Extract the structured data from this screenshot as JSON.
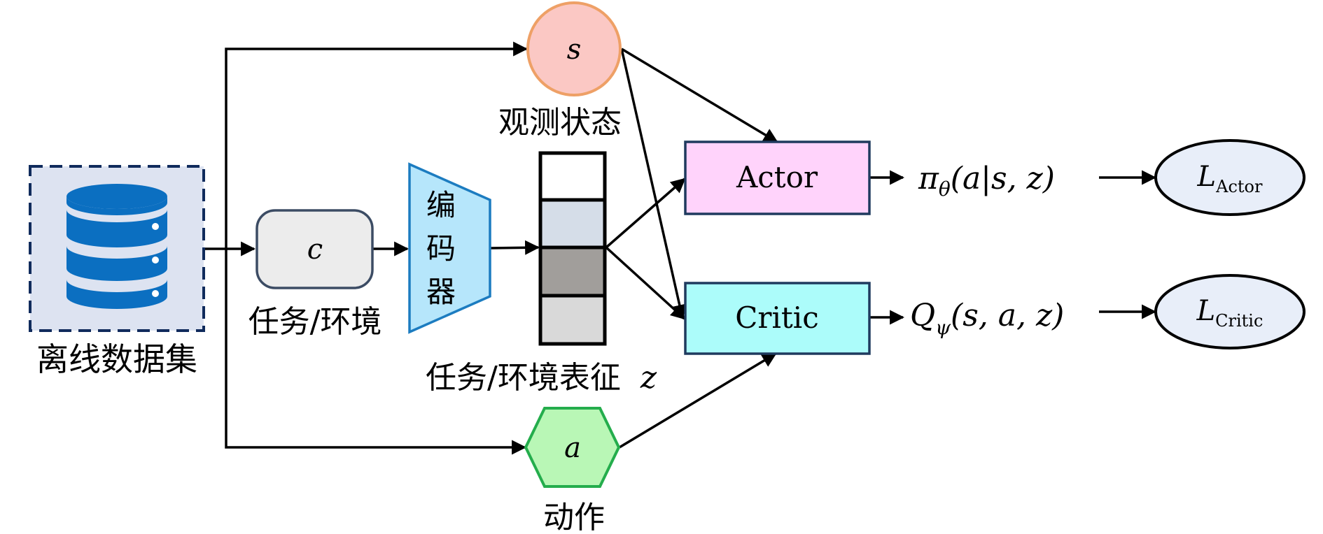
{
  "dataset": {
    "label": "离线数据集",
    "icon": "database-icon"
  },
  "task_input": {
    "symbol": "c",
    "label": "任务/环境"
  },
  "encoder": {
    "chars": [
      "编",
      "码",
      "器"
    ]
  },
  "representation": {
    "label": "任务/环境表征",
    "symbol": "z"
  },
  "state": {
    "symbol": "s",
    "label": "观测状态"
  },
  "action": {
    "symbol": "a",
    "label": "动作"
  },
  "actor": {
    "label": "Actor",
    "output_text": "π",
    "output_sub": "θ",
    "output_args": "(a|s, z)"
  },
  "critic": {
    "label": "Critic",
    "output_text": "Q",
    "output_sub": "ψ",
    "output_args": "(s, a, z)"
  },
  "actor_loss": {
    "symbol": "L",
    "sub": "Actor"
  },
  "critic_loss": {
    "symbol": "L",
    "sub": "Critic"
  },
  "colors": {
    "dataset_bg": "#dde3f1",
    "dataset_border": "#102b5c",
    "database_icon": "#0b6fc1",
    "task_box": "#ececec",
    "encoder_fill": "#b6e6fb",
    "encoder_border": "#1c7cc0",
    "state_fill": "#fbc8c4",
    "state_border": "#eea066",
    "action_fill": "#b9f7b6",
    "action_border": "#24ad4c",
    "actor_fill": "#ffd3fb",
    "critic_fill": "#acfcfa",
    "box_border": "#1f3a5e",
    "loss_fill": "#e8eef9"
  }
}
